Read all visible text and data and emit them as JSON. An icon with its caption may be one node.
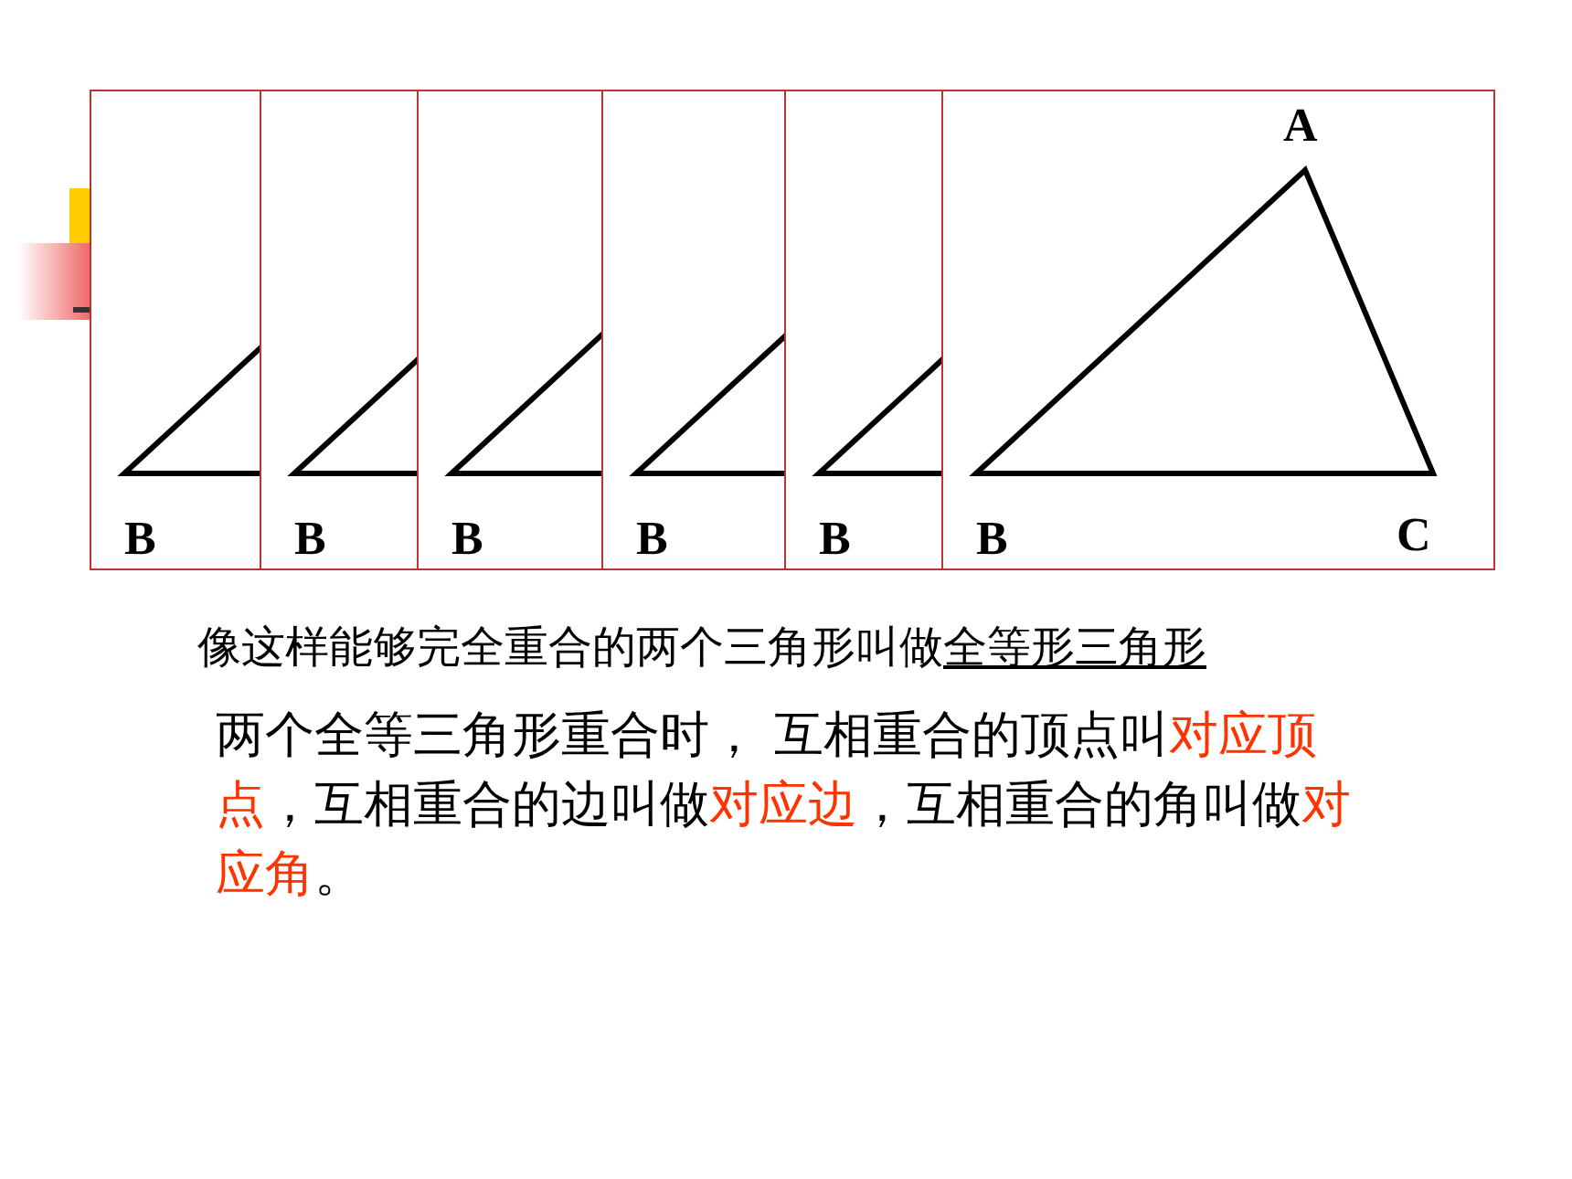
{
  "diagram": {
    "nodes": [
      {
        "text": [
          "B"
        ]
      },
      {
        "text": [
          "B"
        ]
      },
      {
        "text": [
          "B"
        ]
      },
      {
        "text": [
          "B"
        ]
      },
      {
        "text": [
          "B"
        ]
      },
      {
        "text": [
          "A",
          "B",
          "C"
        ]
      }
    ],
    "labels": [
      "像这样能够完全重合的两个三角形叫做**全等形三角形**",
      "两个全等三角形重合时， 互相重合的顶点叫**对应顶点**，互相重合的边叫做**对应边**，互相重合的角叫做**对应角**。"
    ]
  }
}
